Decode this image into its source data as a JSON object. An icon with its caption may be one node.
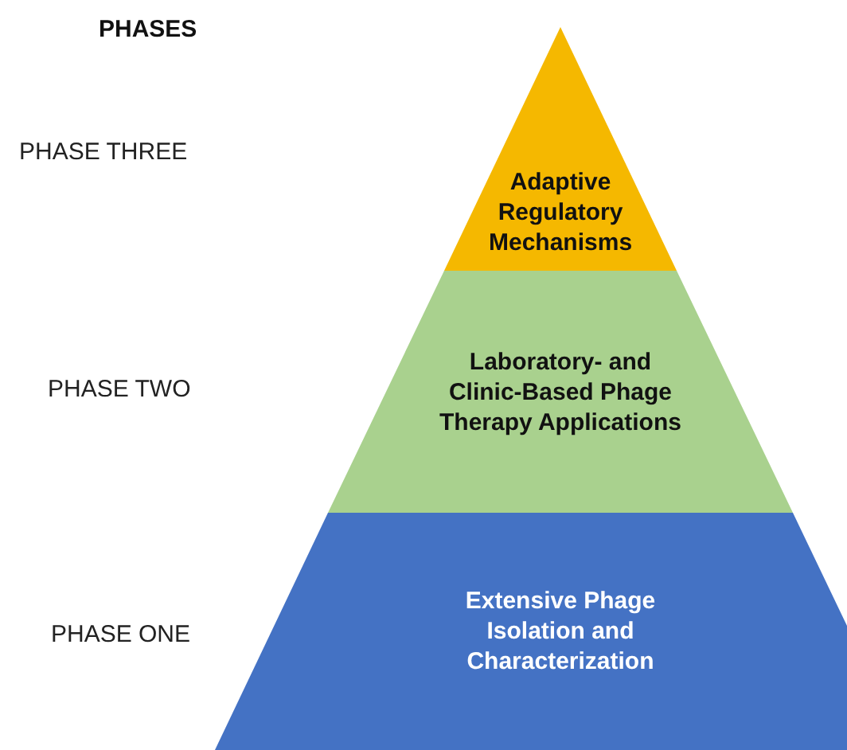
{
  "diagram": {
    "nodes": [
      {
        "text": [
          "Adaptive Regulatory Mechanisms"
        ]
      },
      {
        "text": [
          "Laboratory- and Clinic-Based Phage Therapy Applications"
        ]
      },
      {
        "text": [
          "Extensive Phage Isolation and Characterization"
        ]
      }
    ],
    "labels": [
      "PHASES",
      "PHASE THREE",
      "PHASE TWO",
      "PHASE ONE"
    ]
  }
}
